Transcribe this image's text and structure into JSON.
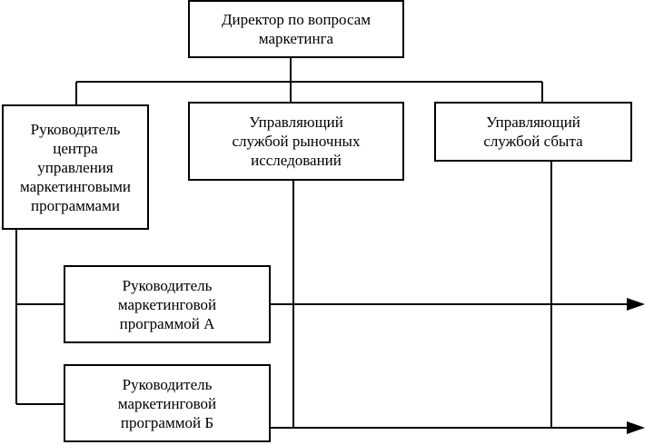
{
  "boxes": {
    "director": "Директор по вопросам\nмаркетинга",
    "center": "Руководитель\nцентра\nуправления\nмаркетинговыми\nпрограммами",
    "research": "Управляющий\nслужбой рыночных\nисследований",
    "sales": "Управляющий\nслужбой сбыта",
    "program_a": "Руководитель\nмаркетинговой\nпрограммой А",
    "program_b": "Руководитель\nмаркетинговой\nпрограммой Б"
  },
  "colors": {
    "line": "#000000",
    "box_border": "#000000",
    "background": "#ffffff"
  }
}
